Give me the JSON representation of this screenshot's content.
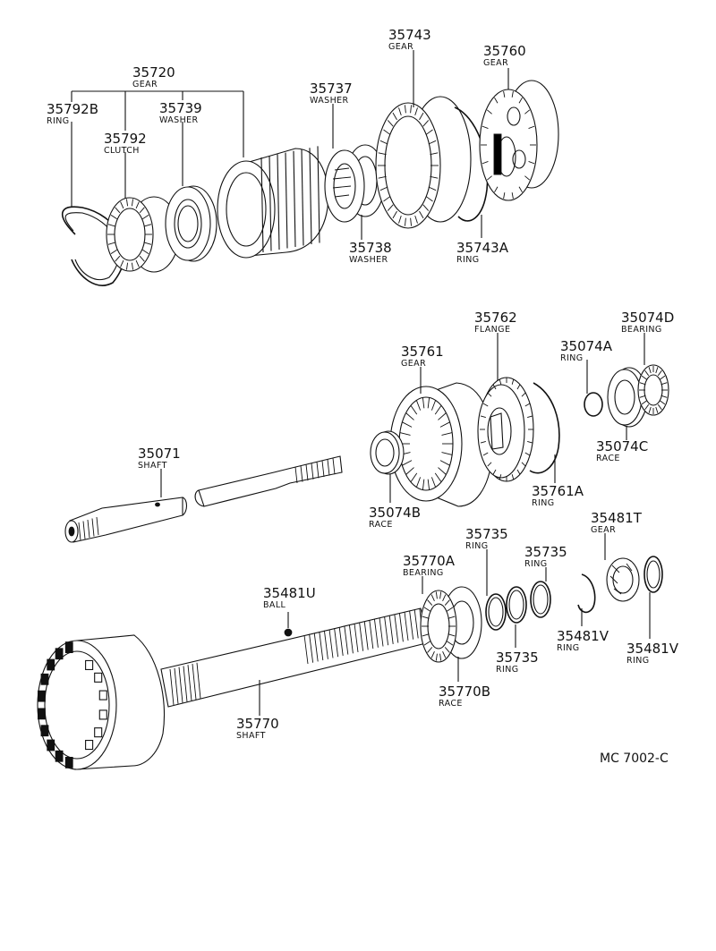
{
  "diagram_ref": "MC 7002-C",
  "parts": [
    {
      "id": "p35720",
      "number": "35720",
      "name": "GEAR"
    },
    {
      "id": "p35792B",
      "number": "35792B",
      "name": "RING"
    },
    {
      "id": "p35739",
      "number": "35739",
      "name": "WASHER"
    },
    {
      "id": "p35792",
      "number": "35792",
      "name": "CLUTCH"
    },
    {
      "id": "p35737",
      "number": "35737",
      "name": "WASHER"
    },
    {
      "id": "p35743",
      "number": "35743",
      "name": "GEAR"
    },
    {
      "id": "p35760",
      "number": "35760",
      "name": "GEAR"
    },
    {
      "id": "p35738",
      "number": "35738",
      "name": "WASHER"
    },
    {
      "id": "p35743A",
      "number": "35743A",
      "name": "RING"
    },
    {
      "id": "p35762",
      "number": "35762",
      "name": "FLANGE"
    },
    {
      "id": "p35074D",
      "number": "35074D",
      "name": "BEARING"
    },
    {
      "id": "p35761",
      "number": "35761",
      "name": "GEAR"
    },
    {
      "id": "p35074A",
      "number": "35074A",
      "name": "RING"
    },
    {
      "id": "p35071",
      "number": "35071",
      "name": "SHAFT"
    },
    {
      "id": "p35074C",
      "number": "35074C",
      "name": "RACE"
    },
    {
      "id": "p35761A",
      "number": "35761A",
      "name": "RING"
    },
    {
      "id": "p35074B",
      "number": "35074B",
      "name": "RACE"
    },
    {
      "id": "p35735a",
      "number": "35735",
      "name": "RING"
    },
    {
      "id": "p35481T",
      "number": "35481T",
      "name": "GEAR"
    },
    {
      "id": "p35735b",
      "number": "35735",
      "name": "RING"
    },
    {
      "id": "p35770A",
      "number": "35770A",
      "name": "BEARING"
    },
    {
      "id": "p35481U",
      "number": "35481U",
      "name": "BALL"
    },
    {
      "id": "p35481Va",
      "number": "35481V",
      "name": "RING"
    },
    {
      "id": "p35481Vb",
      "number": "35481V",
      "name": "RING"
    },
    {
      "id": "p35735c",
      "number": "35735",
      "name": "RING"
    },
    {
      "id": "p35770B",
      "number": "35770B",
      "name": "RACE"
    },
    {
      "id": "p35770",
      "number": "35770",
      "name": "SHAFT"
    }
  ]
}
